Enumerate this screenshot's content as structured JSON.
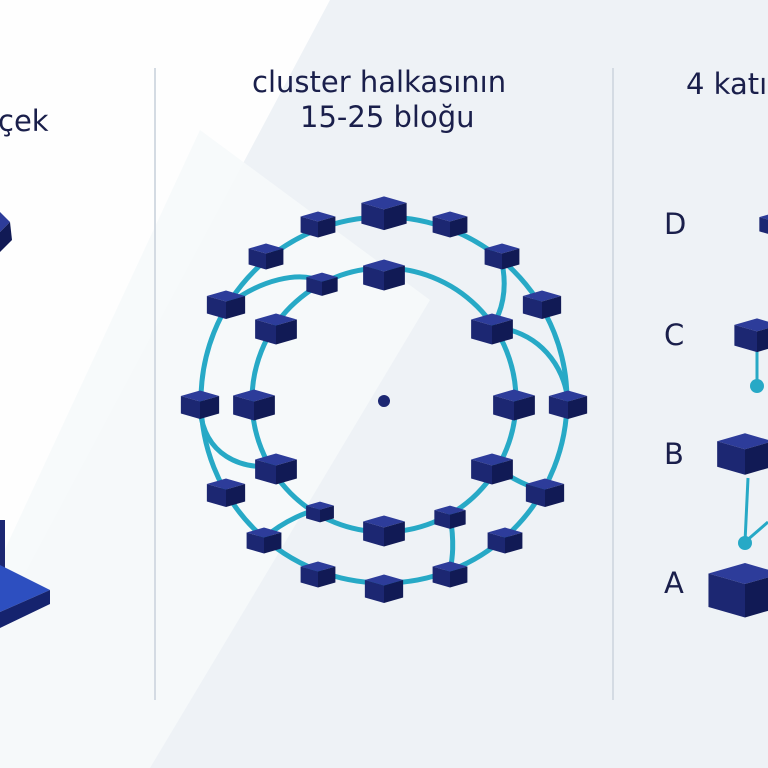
{
  "panels": {
    "left": {
      "title_fragment": "çek"
    },
    "center": {
      "title_line1": "cluster halkasının",
      "title_line2": "15-25 bloğu"
    },
    "right": {
      "title_fragment": "4 katı",
      "layers": [
        "D",
        "C",
        "B",
        "A"
      ]
    }
  },
  "colors": {
    "background": "#eef2f6",
    "cube_top": "#2d3c9a",
    "cube_left": "#1c2772",
    "cube_right": "#111a55",
    "ring": "#27a9c6",
    "text": "#1a1f4b",
    "divider": "#d4dbe3"
  }
}
